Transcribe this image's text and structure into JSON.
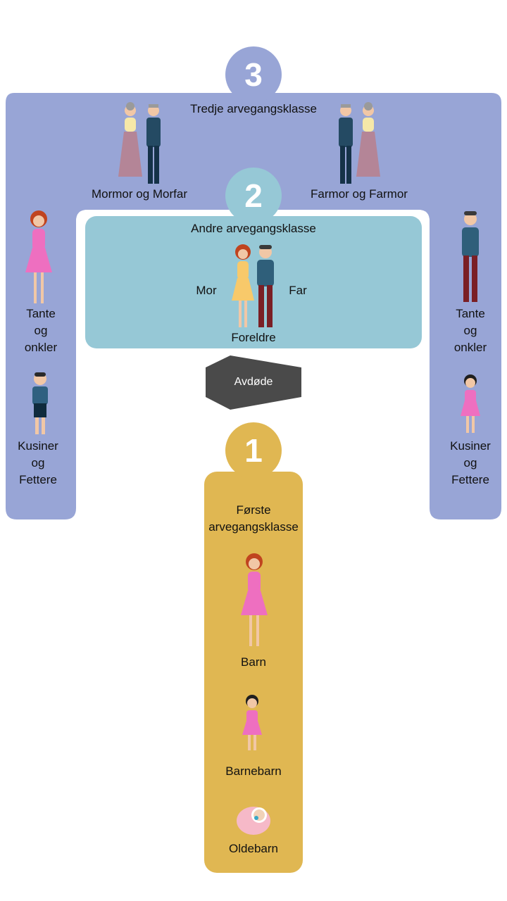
{
  "class3": {
    "number": "3",
    "title": "Tredje arvegangsklasse",
    "left_couple": "Mormor og Morfar",
    "right_couple": "Farmor og Farmor",
    "left_side": {
      "aunts_line1": "Tante",
      "aunts_line2": "og",
      "aunts_line3": "onkler",
      "cousins_line1": "Kusiner",
      "cousins_line2": "og",
      "cousins_line3": "Fettere"
    },
    "right_side": {
      "aunts_line1": "Tante",
      "aunts_line2": "og",
      "aunts_line3": "onkler",
      "cousins_line1": "Kusiner",
      "cousins_line2": "og",
      "cousins_line3": "Fettere"
    }
  },
  "class2": {
    "number": "2",
    "title": "Andre arvegangsklasse",
    "mother": "Mor",
    "father": "Far",
    "parents": "Foreldre"
  },
  "deceased": "Avdøde",
  "class1": {
    "number": "1",
    "title_line1": "Første",
    "title_line2": "arvegangsklasse",
    "child": "Barn",
    "grandchild": "Barnebarn",
    "great_grandchild": "Oldebarn"
  },
  "colors": {
    "class3": "#98a5d6",
    "class2": "#96c8d6",
    "class1": "#e0b752",
    "deceased": "#4a4a4a"
  }
}
